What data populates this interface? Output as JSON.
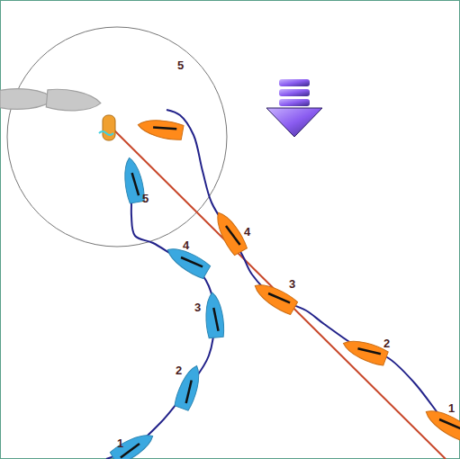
{
  "diagram": {
    "labels": [
      "5",
      "5",
      "4",
      "4",
      "3",
      "3",
      "2",
      "2",
      "1",
      "1"
    ]
  }
}
